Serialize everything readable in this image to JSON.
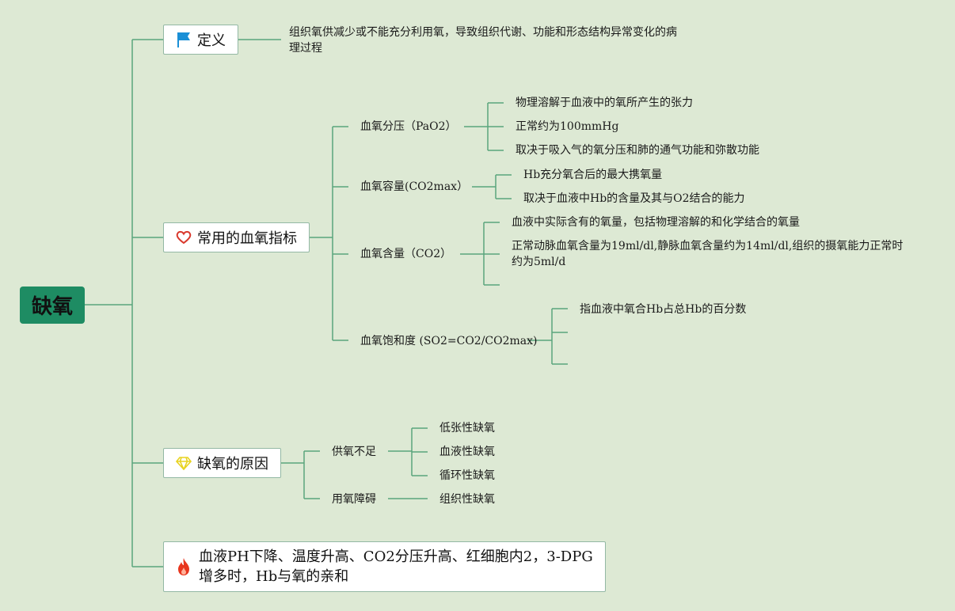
{
  "root": {
    "title": "缺氧"
  },
  "branches": {
    "definition": {
      "label": "定义",
      "text": "组织氧供减少或不能充分利用氧，导致组织代谢、功能和形态结构异常变化的病理过程"
    },
    "indicators": {
      "label": "常用的血氧指标",
      "items": [
        {
          "label": "血氧分压（PaO2）",
          "details": [
            "物理溶解于血液中的氧所产生的张力",
            "正常约为100mmHg",
            "取决于吸入气的氧分压和肺的通气功能和弥散功能"
          ]
        },
        {
          "label": "血氧容量(CO2max）",
          "details": [
            "Hb充分氧合后的最大携氧量",
            "取决于血液中Hb的含量及其与O2结合的能力"
          ]
        },
        {
          "label": "血氧含量（CO2）",
          "details": [
            "血液中实际含有的氧量，包括物理溶解的和化学结合的氧量",
            "正常动脉血氧含量为19ml/dl,静脉血氧含量约为14ml/dl,组织的摄氧能力正常时约为5ml/d",
            ""
          ]
        },
        {
          "label": "血氧饱和度 (SO2=CO2/CO2max)",
          "details": [
            "指血液中氧合Hb占总Hb的百分数",
            "",
            ""
          ]
        }
      ]
    },
    "causes": {
      "label": "缺氧的原因",
      "groups": [
        {
          "label": "供氧不足",
          "items": [
            "低张性缺氧",
            "血液性缺氧",
            "循环性缺氧"
          ]
        },
        {
          "label": "用氧障碍",
          "items": [
            "组织性缺氧"
          ]
        }
      ]
    },
    "note": {
      "text": "血液PH下降、温度升高、CO2分压升高、红细胞内2，3-DPG增多时，Hb与氧的亲和"
    }
  },
  "colors": {
    "line": "#5aa57c",
    "root": "#1e8c63",
    "flag": "#1a8fd6",
    "heart": "#d9382c",
    "gem": "#e8d321",
    "fire": "#e8361e"
  },
  "icons": {
    "definition": "flag-icon",
    "indicators": "heart-icon",
    "causes": "diamond-icon",
    "note": "fire-icon"
  }
}
